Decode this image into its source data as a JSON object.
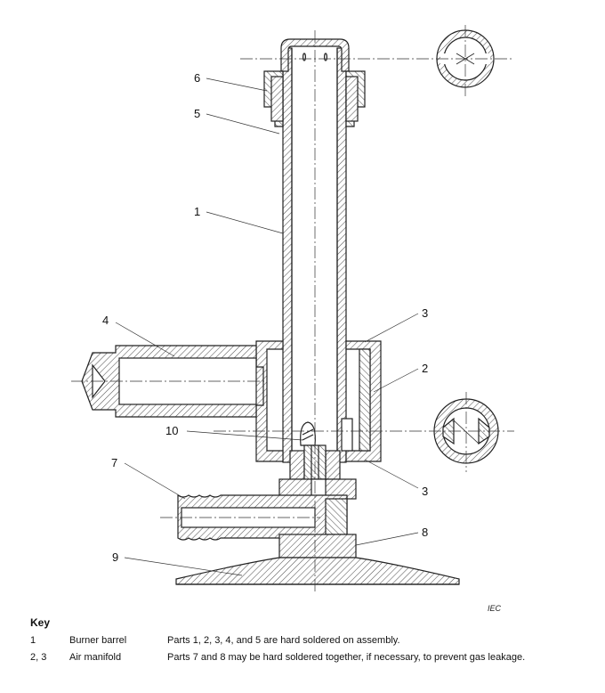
{
  "callouts": {
    "c1": "1",
    "c2": "2",
    "c3a": "3",
    "c3b": "3",
    "c4": "4",
    "c5": "5",
    "c6": "6",
    "c7": "7",
    "c8": "8",
    "c9": "9",
    "c10": "10"
  },
  "iec_mark": "IEC",
  "key": {
    "title": "Key",
    "rows": [
      {
        "num": "1",
        "label": "Burner barrel",
        "note": "Parts 1, 2, 3, 4, and 5 are hard soldered on assembly."
      },
      {
        "num": "2, 3",
        "label": "Air manifold",
        "note": "Parts 7 and 8 may be hard soldered together, if necessary, to prevent gas leakage."
      }
    ]
  },
  "colors": {
    "line": "#222222",
    "hatch": "#555555",
    "background": "#ffffff"
  }
}
